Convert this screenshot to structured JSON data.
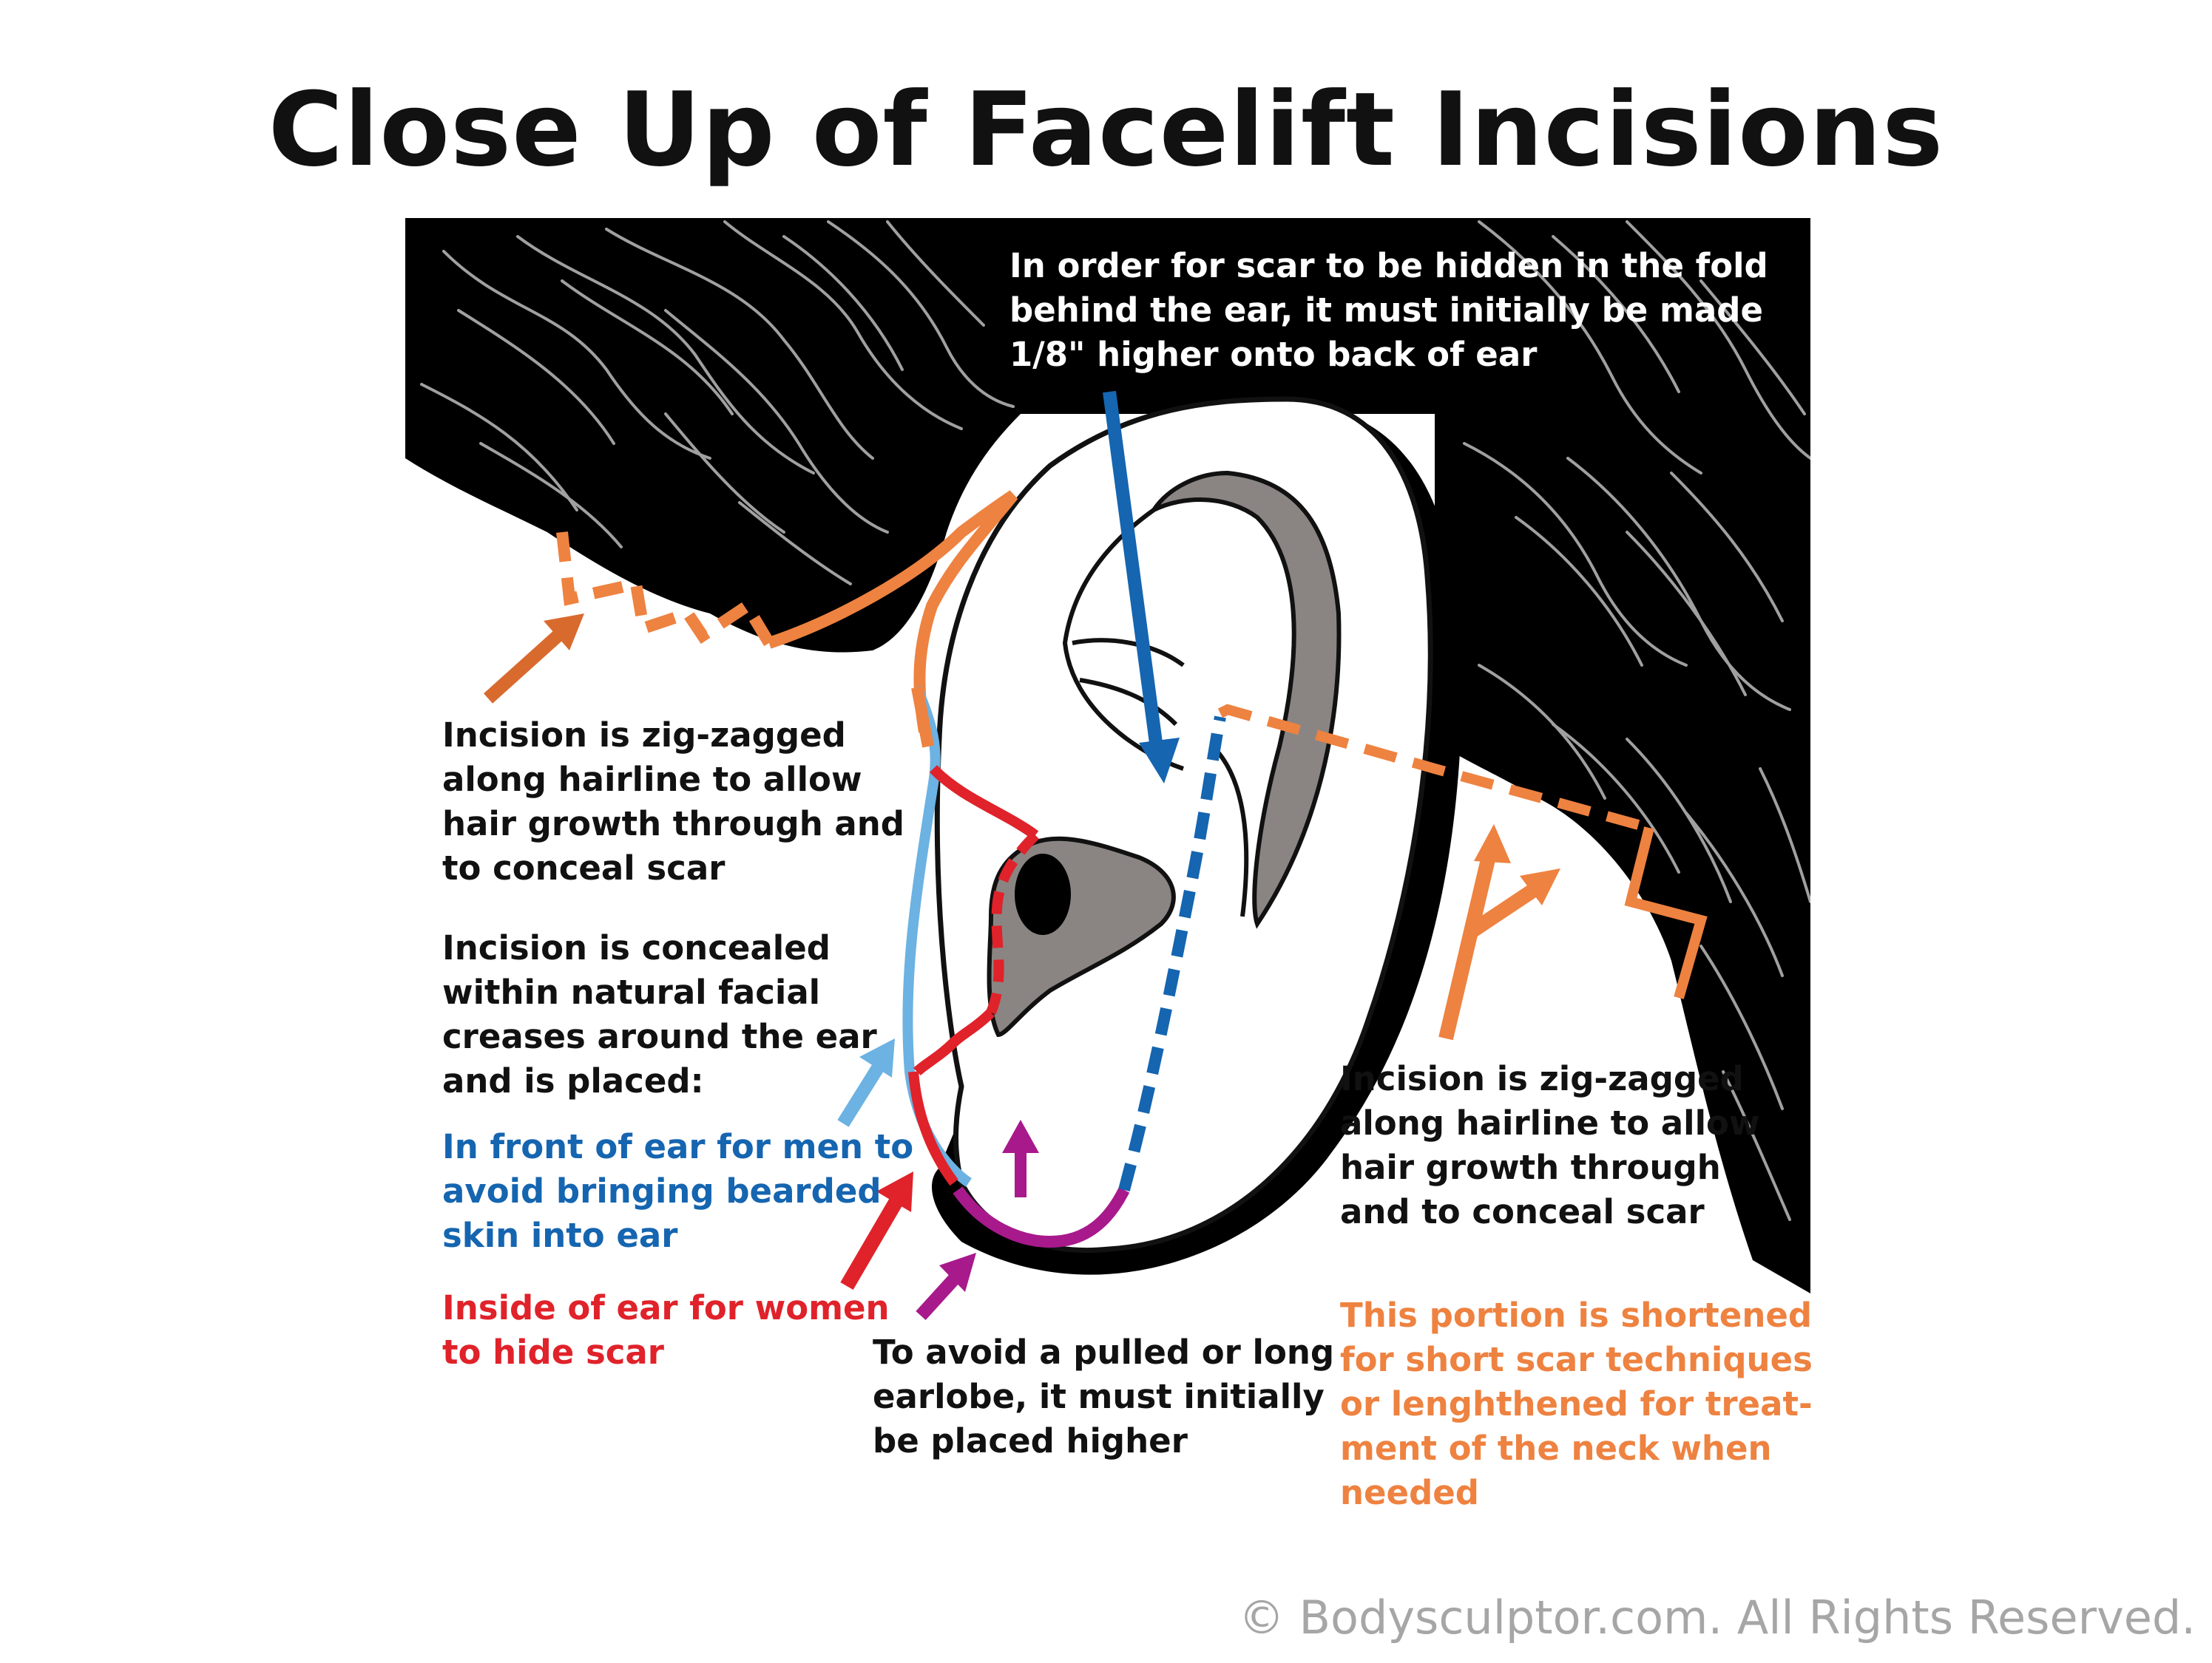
{
  "title": "Close Up of Facelift Incisions",
  "colors": {
    "hair_background": "#000000",
    "hair_strands": "#bfbfbf",
    "ear_fill": "#ffffff",
    "ear_inner_gray": "#8a8583",
    "incision_orange": "#ee8240",
    "incision_red": "#e0222a",
    "incision_light_blue": "#6cb2e2",
    "incision_dark_blue": "#1565b0",
    "incision_magenta": "#a8198c"
  },
  "labels": {
    "behind_ear_note": "In order for scar to be hidden in the fold\nbehind the ear, it must initially be made\n1/8\" higher onto back of ear",
    "hairline_left": "Incision is zig-zagged\nalong hairline to allow\nhair growth through and\nto conceal scar",
    "concealed_note": "Incision is concealed\nwithin natural facial\ncreases around the ear\nand is placed:",
    "men_note": "In front of ear for men to\navoid bringing bearded\nskin into ear",
    "women_note": "Inside of ear for women\nto hide scar",
    "earlobe_note": "To avoid a pulled or long\nearlobe, it must initially\nbe placed higher",
    "hairline_right": "Incision is zig-zagged\nalong hairline to allow\nhair growth through\nand to conceal scar",
    "short_scar_note": "This portion is shortened\nfor short scar techniques\nor lenghthened for treat-\nment of the neck when\nneeded"
  },
  "copyright": "© Bodysculptor.com.  All Rights Reserved."
}
